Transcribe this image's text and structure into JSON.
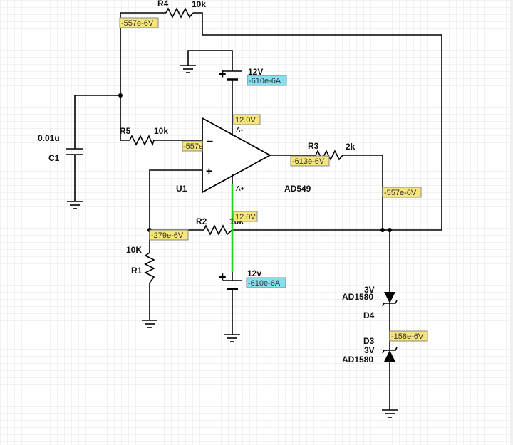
{
  "colors": {
    "wire": "#000000",
    "active_wire": "#22d11c",
    "voltage_probe_bg": "#f5e57a",
    "current_probe_bg": "#86dff0",
    "grid": "#e3e3e3"
  },
  "components": {
    "r4": {
      "name": "R4",
      "value": "10k"
    },
    "r5": {
      "name": "R5",
      "value": "10k"
    },
    "r3": {
      "name": "R3",
      "value": "2k"
    },
    "r2": {
      "name": "R2",
      "value": "10k"
    },
    "r1": {
      "name": "R1",
      "value": "10K"
    },
    "c1": {
      "name": "C1",
      "value": "0.01u"
    },
    "u1": {
      "name": "U1",
      "model": "AD549",
      "pin_minus": "−",
      "pin_plus": "+",
      "supply_neg": "Λ-",
      "supply_pos": "Λ+"
    },
    "supply_top": {
      "label": "12V",
      "sign": "+"
    },
    "supply_bottom": {
      "label": "12v",
      "sign": "+"
    },
    "d4": {
      "name": "D4",
      "voltage": "3V",
      "model": "AD1580"
    },
    "d3": {
      "name": "D3",
      "voltage": "3V",
      "model": "AD1580"
    }
  },
  "probes": {
    "p_r4_left": "-557e-6V",
    "p_supply_top_current": "-610e-6A",
    "p_vneg": "12.0V",
    "p_inverting": "-557e",
    "p_output": "-613e-6V",
    "p_right_node": "-557e-6V",
    "p_vpos": "12.0V",
    "p_r1_node": "-279e-6V",
    "p_supply_bottom_current": "-610e-6A",
    "p_diode_mid": "-158e-6V"
  }
}
